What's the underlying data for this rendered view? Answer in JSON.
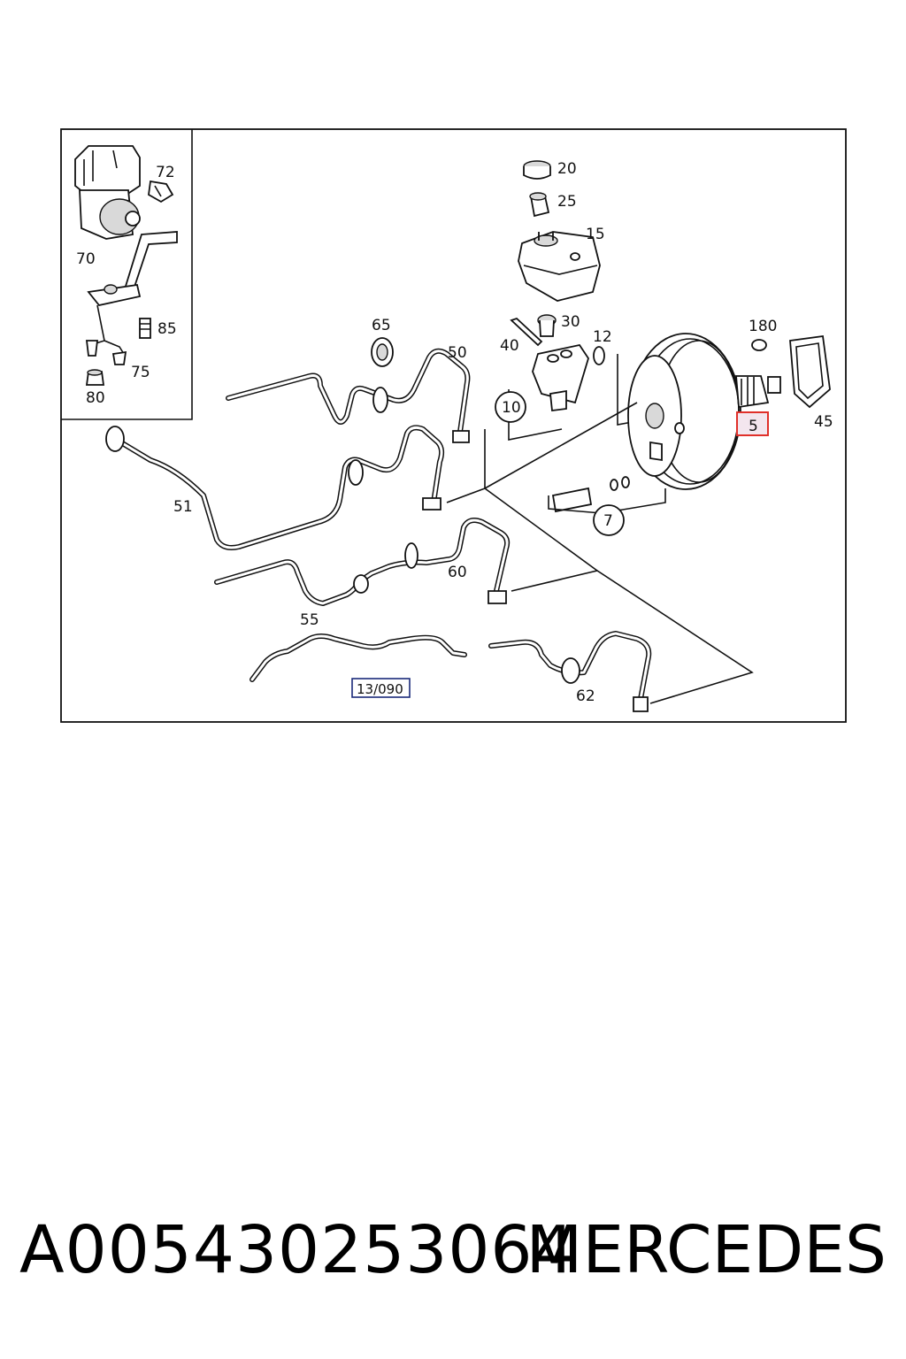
{
  "labels": {
    "l72": "72",
    "l70": "70",
    "l85": "85",
    "l75": "75",
    "l80": "80",
    "l20": "20",
    "l25": "25",
    "l15": "15",
    "l30": "30",
    "l40": "40",
    "l12": "12",
    "l10": "10",
    "l180": "180",
    "l5": "5",
    "l45": "45",
    "l65": "65",
    "l50": "50",
    "l51": "51",
    "l7": "7",
    "l60": "60",
    "l55": "55",
    "l62": "62",
    "lref": "13/090"
  },
  "colors": {
    "highlight_box": "#e0302a",
    "reference_box": "#1a2a7a",
    "line": "#111111"
  },
  "footer": {
    "part_number": "A005430253064",
    "brand": "MERCEDES"
  }
}
